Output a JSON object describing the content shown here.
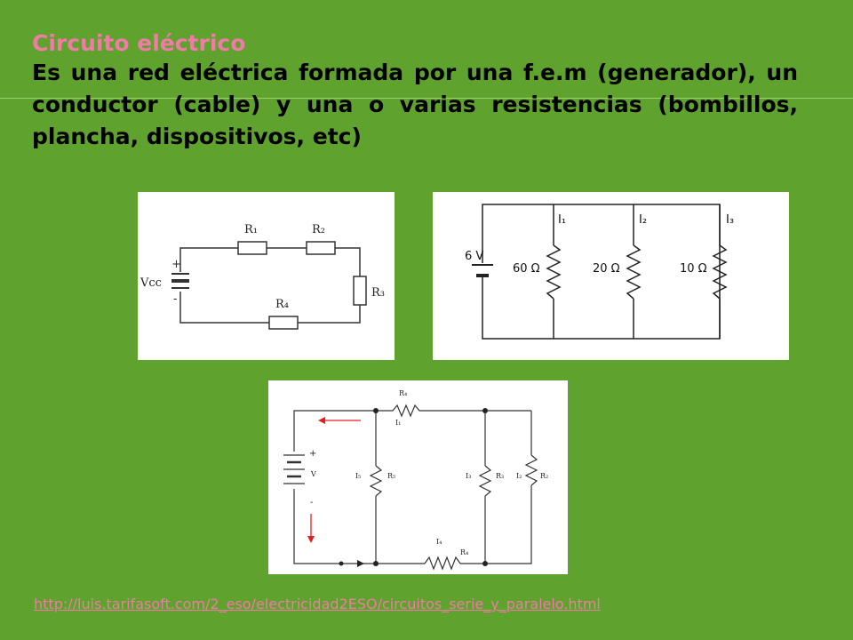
{
  "slide": {
    "title": "Circuito eléctrico",
    "body": "Es una red eléctrica formada por una f.e.m (generador), un conductor (cable) y una o varias resistencias (bombillos, plancha, dispositivos, etc)",
    "source_link": "http://luis.tarifasoft.com/2_eso/electricidad2ESO/circuitos_serie_y_paralelo.html"
  },
  "diagram_series": {
    "r1": "R₁",
    "r2": "R₂",
    "r3": "R₃",
    "r4": "R₄",
    "plus": "+",
    "minus": "-",
    "vcc": "Vcc"
  },
  "diagram_parallel": {
    "i1": "I₁",
    "i2": "I₂",
    "i3": "I₃",
    "voltage": "6 V",
    "res1": "60 Ω",
    "res2": "20 Ω",
    "res3": "10 Ω"
  },
  "diagram_mixed": {
    "r4": "R₄",
    "i1": "I₁",
    "i5": "I₅",
    "r5": "R₅",
    "v": "V",
    "i3": "I₃",
    "r3": "R₃",
    "i2": "I₂",
    "r2": "R₂",
    "i4": "I₄",
    "r4b": "R₄",
    "plus": "+",
    "minus": "-"
  },
  "colors": {
    "background": "#5fa22d",
    "title": "#f07aa8",
    "arrow": "#e02020"
  }
}
